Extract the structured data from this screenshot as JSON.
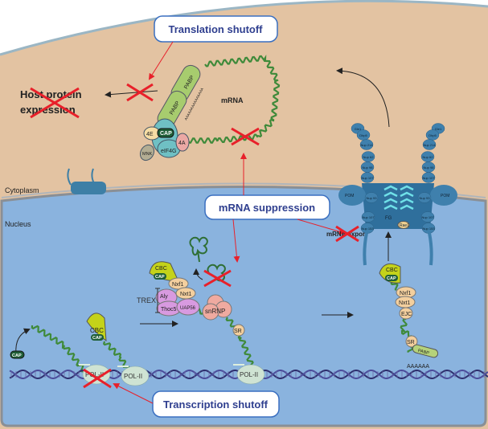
{
  "callouts": {
    "translation": "Translation shutoff",
    "suppression": "mRNA suppression",
    "transcription": "Transcription shutoff"
  },
  "compartments": {
    "cytoplasm": "Cytoplasm",
    "nucleus": "Nucleus"
  },
  "outcome": {
    "line1": "Host protein",
    "line2": "expression"
  },
  "translation_complex": {
    "mrna": "mRNA",
    "pabp": "PABP",
    "polya": "AAAAAAAAAAAAAAA",
    "e4": "4E",
    "cap": "CAP",
    "a4": "4A",
    "mnk": "MNK",
    "eif4g": "eIF4G"
  },
  "export": {
    "label": "mRNA export"
  },
  "pore": {
    "gle1": "Gle1",
    "dbp5": "Dbp5",
    "nup214": "Nup 214",
    "nup62": "Nup 62",
    "nup98": "Nup 98",
    "nup107": "Nup 107",
    "pom": "POM",
    "nup93": "Nup 93",
    "fg": "FG",
    "nup153": "Nup 153",
    "rae1": "Rae1"
  },
  "splicing": {
    "cbc": "CBC",
    "cap": "CAP",
    "nxf1": "Nxf1",
    "nxt1": "Nxt1",
    "aly": "Aly",
    "thoc5": "Thoc5",
    "uap56": "UAP56",
    "trex": "TREX",
    "snrnp": "snRNP",
    "sr": "SR"
  },
  "exported_mrnp": {
    "cbc": "CBC",
    "cap": "CAP",
    "nxf1": "Nxf1",
    "nxt1": "Nxt1",
    "ejc": "EJC",
    "sr": "SR",
    "pabp": "PABP",
    "polya": "AAAAAA"
  },
  "transcription": {
    "cap": "CAP",
    "cbc": "CBC",
    "cap2": "CAP",
    "pol": "POL-II"
  },
  "colors": {
    "cytoplasm": "#e3c3a2",
    "nucleus": "#8ab3de",
    "inhibition": "#e8202a",
    "callout_text": "#2f3f8f",
    "mrna": "#3f8a3a"
  }
}
